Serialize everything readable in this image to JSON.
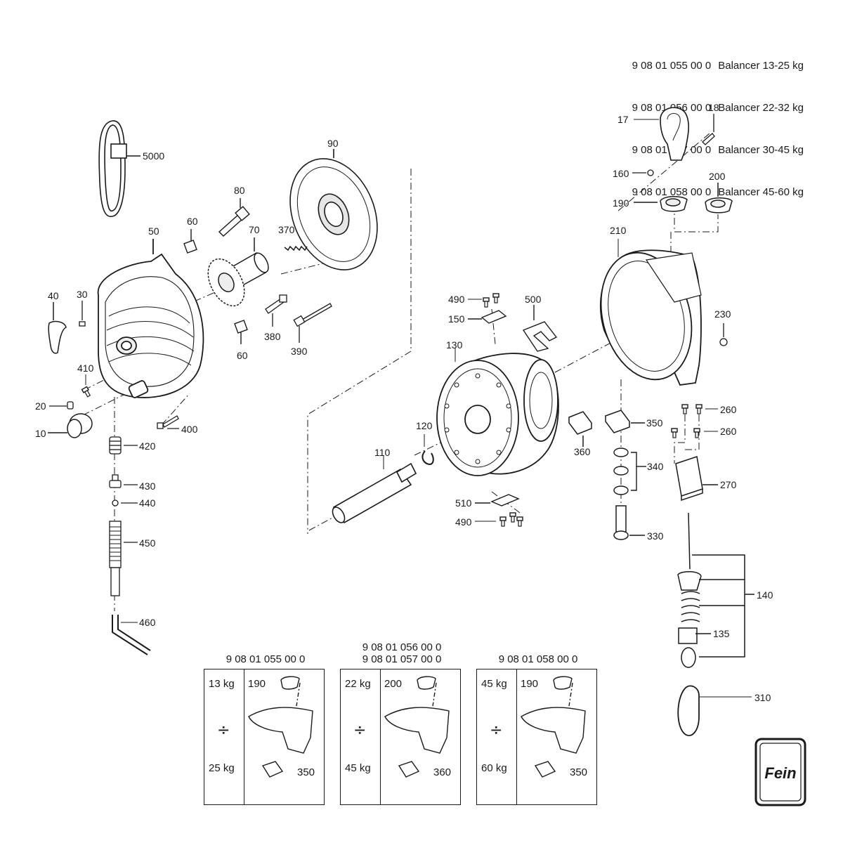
{
  "header": {
    "models": [
      {
        "code": "9 08 01 055 00 0",
        "name": "Balancer 13-25 kg"
      },
      {
        "code": "9 08 01 056 00 0",
        "name": "Balancer 22-32 kg"
      },
      {
        "code": "9 08 01 057 00 0",
        "name": "Balancer 30-45 kg"
      },
      {
        "code": "9 08 01 058 00 0",
        "name": "Balancer 45-60 kg"
      }
    ]
  },
  "part_labels": {
    "p5000": "5000",
    "p90": "90",
    "p80": "80",
    "p60a": "60",
    "p60b": "60",
    "p50": "50",
    "p70": "70",
    "p370": "370",
    "p40": "40",
    "p30": "30",
    "p380": "380",
    "p390": "390",
    "p410": "410",
    "p20": "20",
    "p10": "10",
    "p400": "400",
    "p420": "420",
    "p430": "430",
    "p440": "440",
    "p450": "450",
    "p460": "460",
    "p490a": "490",
    "p150": "150",
    "p500": "500",
    "p130": "130",
    "p120": "120",
    "p110": "110",
    "p510": "510",
    "p490b": "490",
    "p17": "17",
    "p18": "18",
    "p160": "160",
    "p190": "190",
    "p200": "200",
    "p210": "210",
    "p230": "230",
    "p260a": "260",
    "p260b": "260",
    "p350": "350",
    "p360": "360",
    "p340": "340",
    "p270": "270",
    "p330": "330",
    "p140": "140",
    "p135": "135",
    "p310": "310"
  },
  "variants": [
    {
      "title": "9 08 01 055 00 0",
      "min_kg": "13 kg",
      "max_kg": "25 kg",
      "top_part": "190",
      "bottom_part": "350"
    },
    {
      "title": "9 08 01 056 00 0\n9 08 01 057 00 0",
      "min_kg": "22 kg",
      "max_kg": "45 kg",
      "top_part": "200",
      "bottom_part": "360"
    },
    {
      "title": "9 08 01 058 00 0",
      "min_kg": "45 kg",
      "max_kg": "60 kg",
      "top_part": "190",
      "bottom_part": "350"
    }
  ],
  "divide_symbol": "÷",
  "logo": {
    "brand_text": "Fein"
  },
  "colors": {
    "ink": "#1a1a1a",
    "paper": "#ffffff",
    "shade": "#d9d9d9"
  }
}
